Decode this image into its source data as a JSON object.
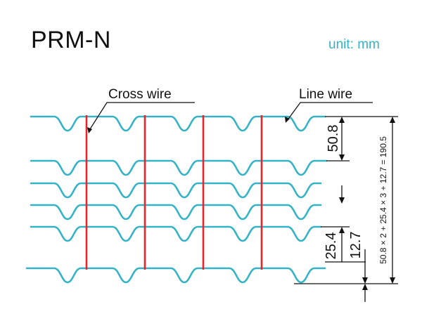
{
  "title": "PRM-N",
  "unit": "unit: mm",
  "labels": {
    "cross_wire": "Cross wire",
    "line_wire": "Line wire"
  },
  "dimensions": {
    "d1": "50.8",
    "d2": "25.4",
    "d3": "12.7",
    "total": "50.8 × 2 + 25.4 × 3 + 12.7 = 190.5"
  },
  "colors": {
    "line_wire": "#35b3c6",
    "cross_wire": "#e8262a",
    "dimension": "#111111"
  }
}
